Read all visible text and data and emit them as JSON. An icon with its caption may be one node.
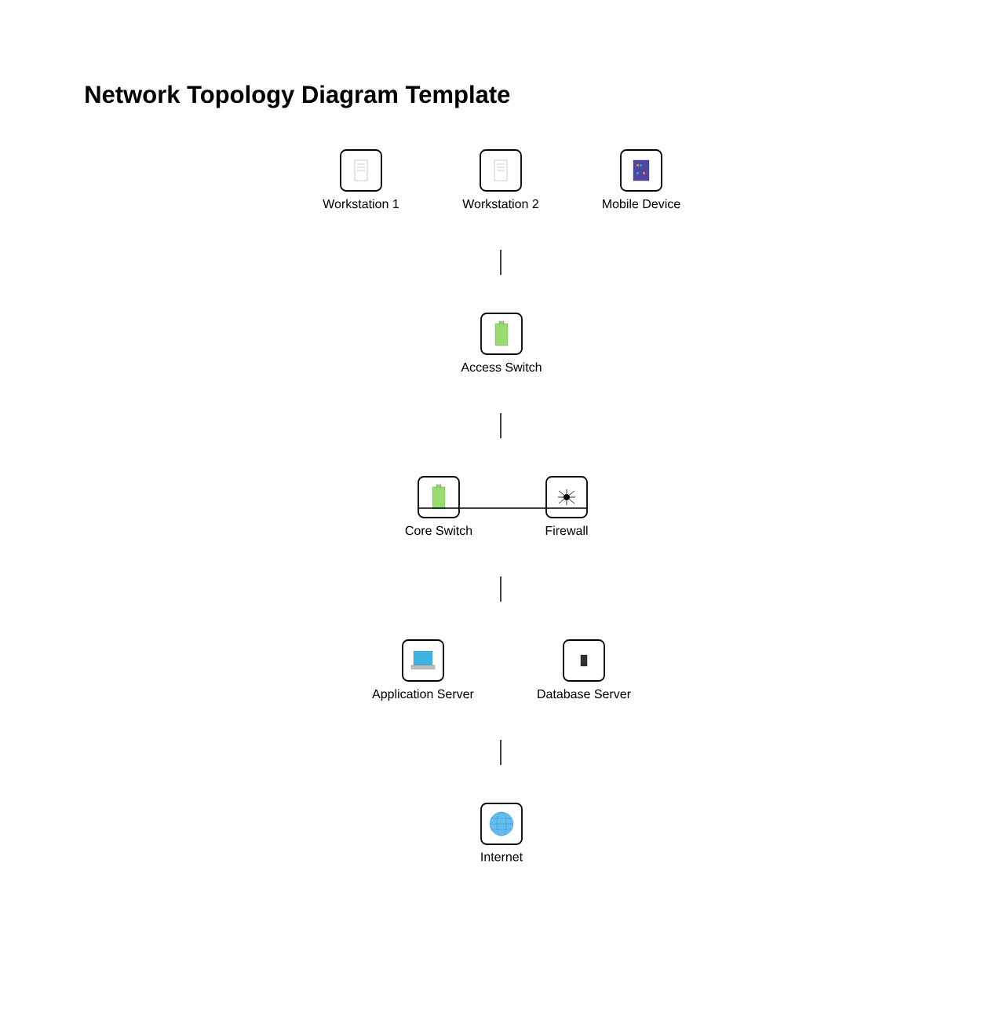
{
  "diagram": {
    "title": "Network Topology Diagram Template",
    "nodes": [
      {
        "text": [
          "Workstation 1"
        ]
      },
      {
        "text": [
          "Workstation 2"
        ]
      },
      {
        "text": [
          "Mobile Device"
        ]
      },
      {
        "text": [
          "Access Switch"
        ]
      },
      {
        "text": [
          "Core Switch"
        ]
      },
      {
        "text": [
          "Firewall"
        ]
      },
      {
        "text": [
          "Application Server"
        ]
      },
      {
        "text": [
          "Database Server"
        ]
      },
      {
        "text": [
          "Internet"
        ]
      }
    ],
    "edges": [
      {
        "from": 4,
        "to": 5,
        "arrow": "none"
      }
    ]
  }
}
